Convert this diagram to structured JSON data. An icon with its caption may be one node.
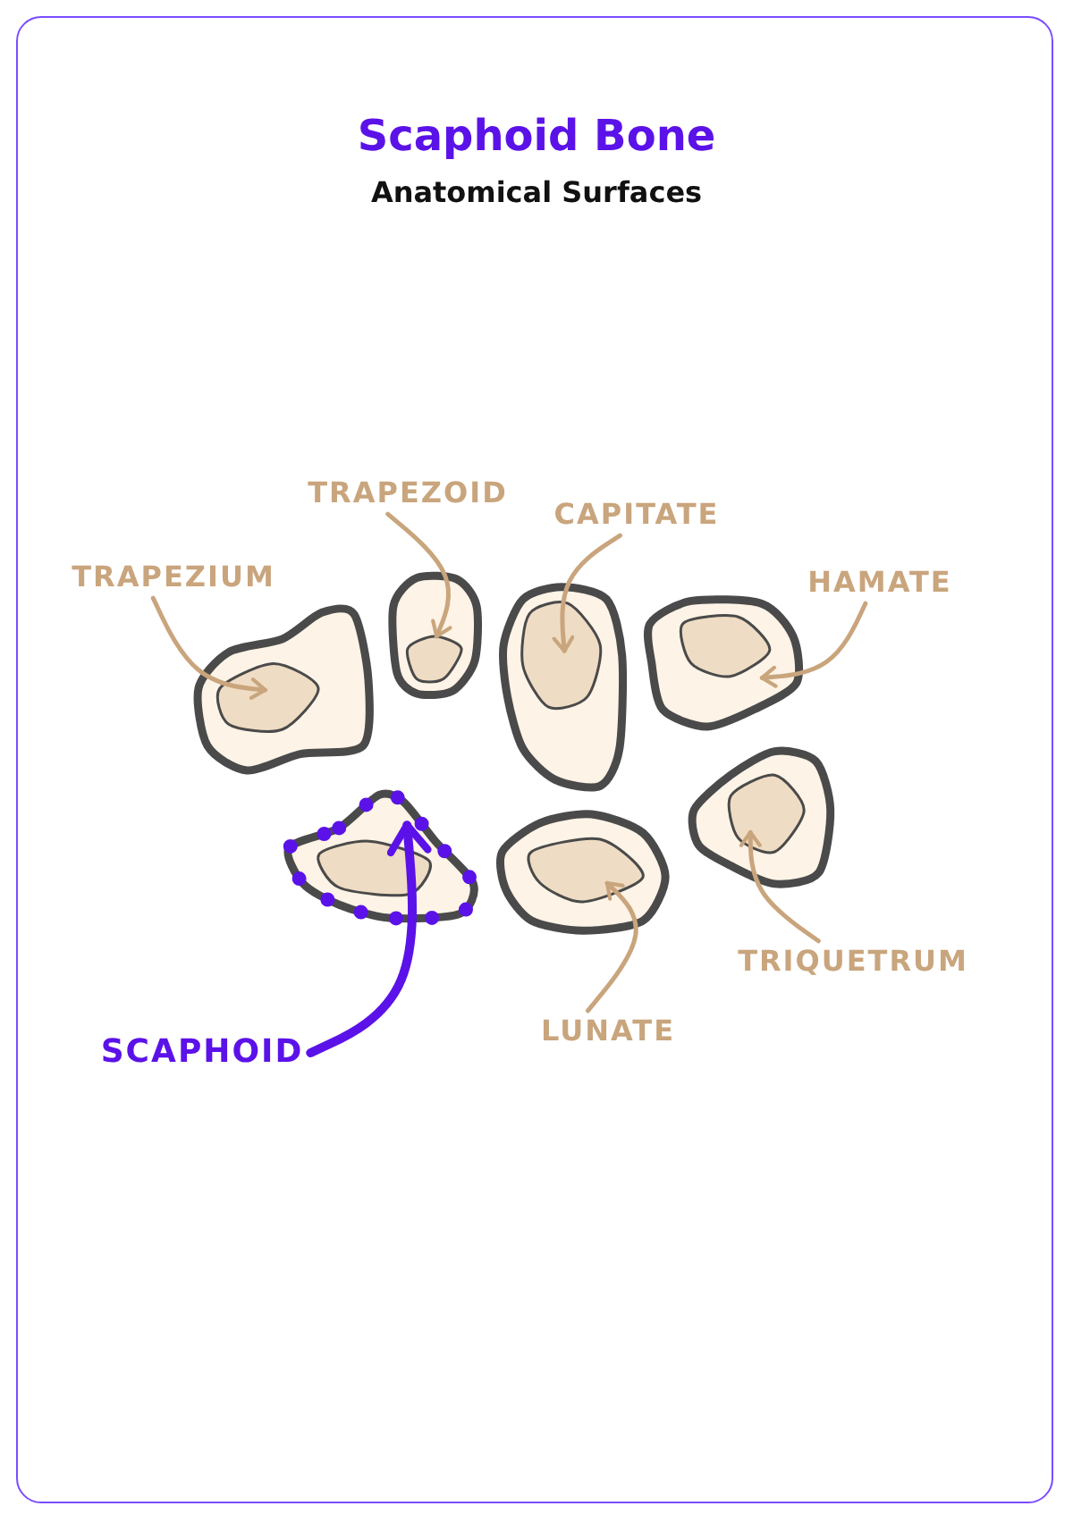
{
  "diagram": {
    "title": "Scaphoid Bone",
    "nodes": [
      {
        "text": [
          "TRAPEZIUM"
        ]
      },
      {
        "text": [
          "TRAPEZOID"
        ]
      },
      {
        "text": [
          "CAPITATE"
        ]
      },
      {
        "text": [
          "HAMATE"
        ]
      },
      {
        "text": [
          "TRIQUETRUM"
        ]
      },
      {
        "text": [
          "LUNATE"
        ]
      },
      {
        "text": [
          "SCAPHOID"
        ]
      },
      {
        "text": [],
        "shape": "picture"
      },
      {
        "text": [],
        "shape": "picture"
      },
      {
        "text": [],
        "shape": "picture"
      },
      {
        "text": [],
        "shape": "picture"
      },
      {
        "text": [],
        "shape": "picture"
      },
      {
        "text": [],
        "shape": "picture"
      },
      {
        "text": [],
        "shape": "picture"
      }
    ],
    "edges": [
      {
        "from": 0,
        "to": 7,
        "arrow": "to"
      },
      {
        "from": 1,
        "to": 8,
        "arrow": "to"
      },
      {
        "from": 2,
        "to": 9,
        "arrow": "to"
      },
      {
        "from": 3,
        "to": 10,
        "arrow": "to"
      },
      {
        "from": 4,
        "to": 11,
        "arrow": "to"
      },
      {
        "from": 5,
        "to": 12,
        "arrow": "to"
      },
      {
        "from": 6,
        "to": 13,
        "arrow": "to",
        "style": "thick",
        "color": "#5b12e8"
      }
    ],
    "labels": [
      "Anatomical Surfaces"
    ]
  }
}
